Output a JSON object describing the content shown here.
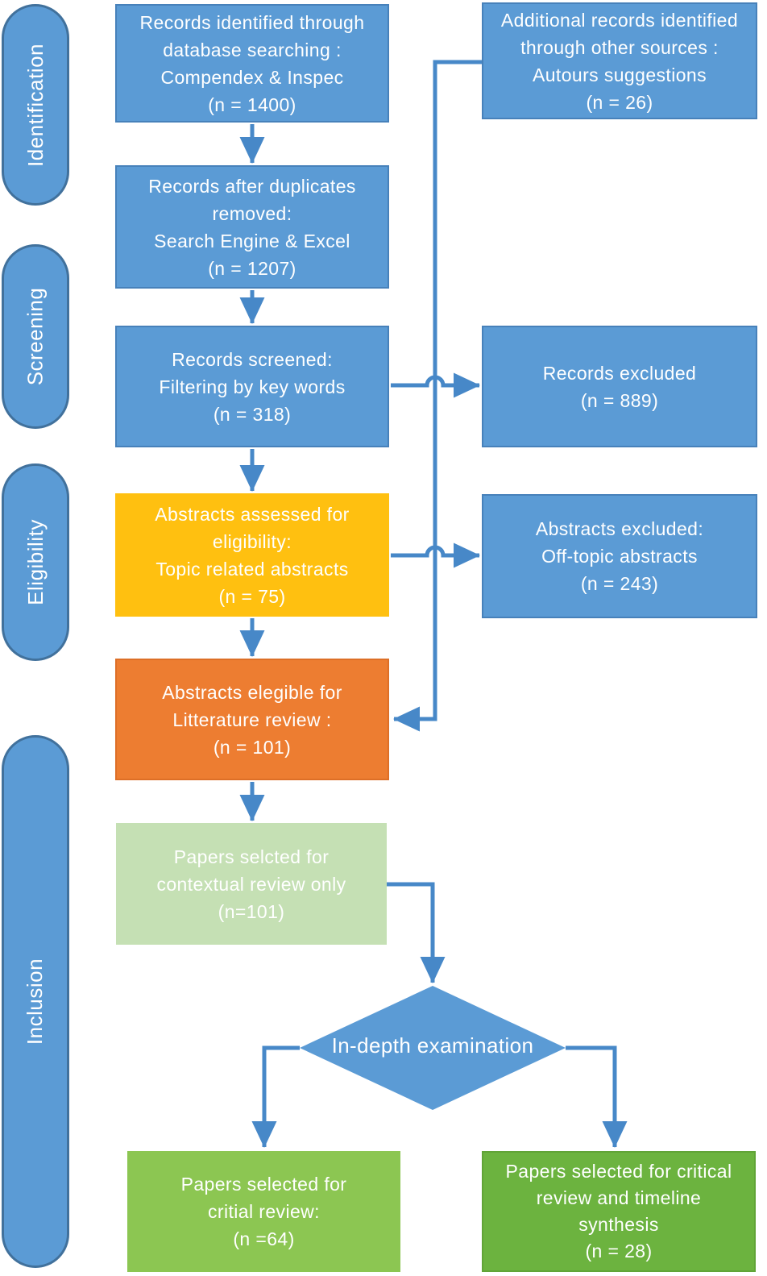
{
  "sidebar": {
    "stages": [
      {
        "label": "Identification"
      },
      {
        "label": "Screening"
      },
      {
        "label": "Eligibility"
      },
      {
        "label": "Inclusion"
      }
    ]
  },
  "flow": {
    "boxes": {
      "records_identified": {
        "text": "Records identified through\ndatabase searching :\nCompendex & Inspec\n(n =  1400)"
      },
      "additional_records": {
        "text": "Additional records identified\nthrough other sources :\nAutours suggestions\n(n = 26)"
      },
      "duplicates_removed": {
        "text": "Records after duplicates\nremoved:\nSearch Engine & Excel\n(n = 1207)"
      },
      "records_screened": {
        "text": "Records screened:\nFiltering by key words\n(n = 318)"
      },
      "records_excluded": {
        "text": "Records excluded\n(n = 889)"
      },
      "abstracts_assessed": {
        "text": "Abstracts assessed for\neligibility:\nTopic related abstracts\n(n = 75)"
      },
      "abstracts_excluded": {
        "text": "Abstracts excluded:\nOff-topic abstracts\n(n = 243)"
      },
      "abstracts_eligible": {
        "text": "Abstracts elegible for\nLitterature review :\n(n = 101)"
      },
      "papers_contextual": {
        "text": "Papers selcted for\ncontextual review only\n(n=101)"
      },
      "papers_critical": {
        "text": "Papers selected for\ncritial review:\n(n =64)"
      },
      "papers_critical_timeline": {
        "text": "Papers selected for critical\nreview and timeline\nsynthesis\n(n = 28)"
      }
    },
    "decision": {
      "label": "In-depth examination"
    }
  },
  "colors": {
    "box_blue": "#5B9BD5",
    "box_blue_border": "#4781BA",
    "pill_border": "#41719C",
    "box_yellow": "#FFC010",
    "box_orange": "#ED7D31",
    "box_light_green": "#C5E0B4",
    "box_green": "#8CC652",
    "box_dark_green": "#6CB33F",
    "connector_blue": "#4788C8",
    "text_white": "#FFFFFF"
  }
}
